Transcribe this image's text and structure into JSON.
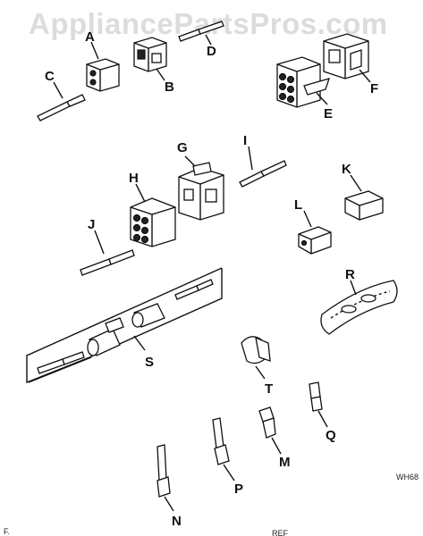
{
  "watermark": "AppliancePartsPros.com",
  "reference_code": "WH68",
  "footer_left": "F.",
  "footer_center": "REF",
  "part_labels": {
    "A": "A",
    "B": "B",
    "C": "C",
    "D": "D",
    "E": "E",
    "F": "F",
    "G": "G",
    "H": "H",
    "I": "I",
    "J": "J",
    "K": "K",
    "L": "L",
    "M": "M",
    "N": "N",
    "P": "P",
    "Q": "Q",
    "R": "R",
    "S": "S",
    "T": "T"
  }
}
